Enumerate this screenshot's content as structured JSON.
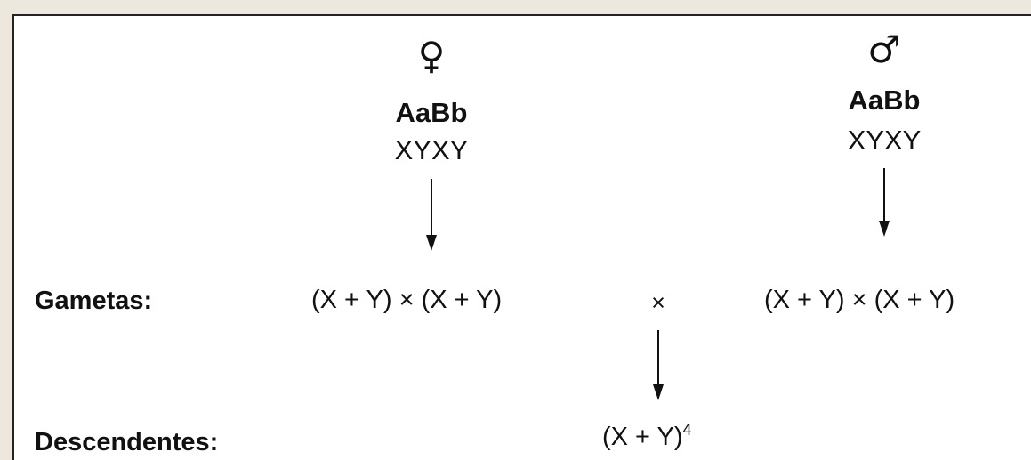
{
  "female": {
    "symbol": "♀",
    "genotype": "AaBb",
    "chromosomes": "XYXY"
  },
  "male": {
    "symbol": "♂",
    "genotype": "AaBb",
    "chromosomes": "XYXY"
  },
  "rows": {
    "gametes_label": "Gametas:",
    "offspring_label": "Descendentes:"
  },
  "gametes": {
    "female": "(X + Y) × (X + Y)",
    "cross": "×",
    "male": "(X + Y) × (X + Y)"
  },
  "offspring": {
    "base": "(X + Y)",
    "exponent": "4"
  }
}
